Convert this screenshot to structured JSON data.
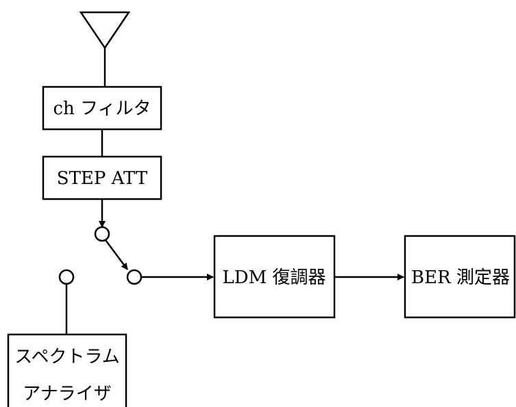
{
  "diagram": {
    "blocks": {
      "ch_filter": "ch フィルタ",
      "step_att": "STEP ATT",
      "ldm_demod": "LDM 復調器",
      "ber_meter": "BER 測定器",
      "spectrum_line1": "スペクトラム",
      "spectrum_line2": "アナライザ"
    }
  }
}
